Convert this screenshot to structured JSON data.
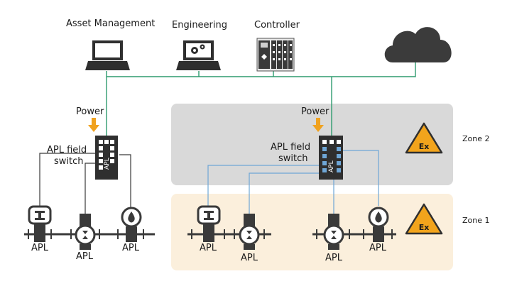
{
  "devices": {
    "asset_management": "Asset Management",
    "engineering": "Engineering",
    "controller": "Controller"
  },
  "power": {
    "left": "Power",
    "right": "Power"
  },
  "switch": {
    "left_line1": "APL field",
    "left_line2": "switch",
    "right_line1": "APL field",
    "right_line2": "switch",
    "chip_text": "APL"
  },
  "zones": {
    "zone2": "Zone 2",
    "zone1": "Zone 1",
    "ex_badge": "Ex"
  },
  "field_devices": {
    "label": "APL"
  },
  "colors": {
    "ethernet": "#2e9b6e",
    "apl_link": "#6ea6d6",
    "zone2_bg": "#d9d9d9",
    "zone1_bg": "#fbefdc",
    "power_arrow": "#f0a21f",
    "device_dark": "#3d3d3d",
    "ex_fill": "#f2a41c"
  }
}
